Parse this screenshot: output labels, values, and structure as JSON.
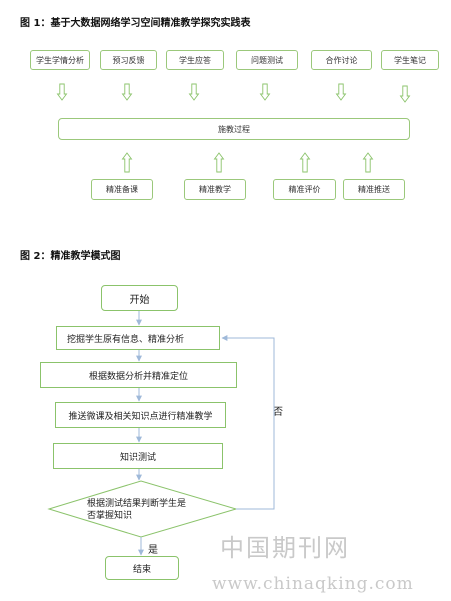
{
  "figure1": {
    "caption": "图 1：基于大数据网络学习空间精准教学探究实践表",
    "top_nodes": [
      "学生学情分析",
      "预习反馈",
      "学生应答",
      "问题测试",
      "合作讨论",
      "学生笔记"
    ],
    "process": "施教过程",
    "bottom_nodes": [
      "精准备课",
      "精准教学",
      "精准评价",
      "精准推送"
    ]
  },
  "figure2": {
    "caption": "图 2：精准教学模式图",
    "steps": {
      "start": "开始",
      "s1": "挖掘学生原有信息、精准分析",
      "s2": "根据数据分析并精准定位",
      "s3": "推送微课及相关知识点进行精准教学",
      "s4": "知识测试",
      "decision_line1": "根据测试结果判断学生是",
      "decision_line2": "否掌握知识",
      "end": "结束"
    },
    "no_label": "否",
    "yes_label": "是"
  },
  "watermark": {
    "cn": "中国期刊网",
    "url": "www.chinaqking.com"
  },
  "colors": {
    "node_border": "#9bc87b",
    "arrow_outline": "#8bc36b",
    "connector": "#9fb9d9"
  }
}
